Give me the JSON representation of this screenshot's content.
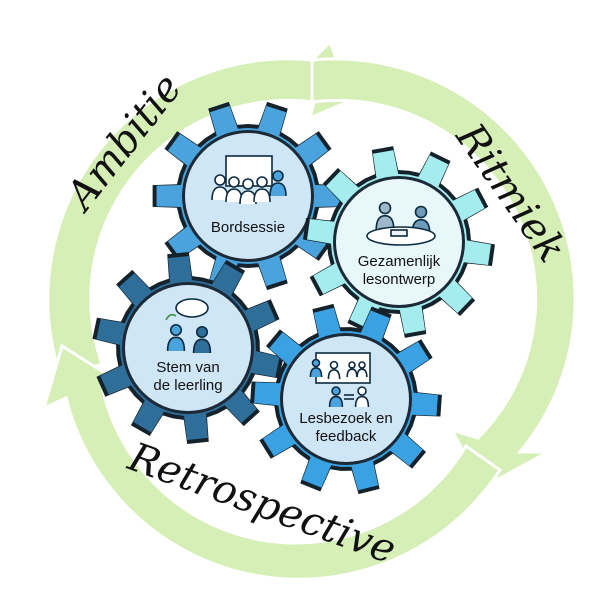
{
  "cycle": {
    "labels": {
      "ambitie": "Ambitie",
      "ritmiek": "Ritmiek",
      "retrospective": "Retrospective"
    },
    "ring_color": "#d6efb6",
    "ring_outline": "#ffffff"
  },
  "gears": [
    {
      "id": "bordsessie",
      "label_lines": [
        "Bordsessie"
      ],
      "body_color": "#4aa3dc",
      "inner_color": "#cfe6f6",
      "icon": "presenter-board-audience-icon"
    },
    {
      "id": "gezamenlijk",
      "label_lines": [
        "Gezamenlijk",
        "lesontwerp"
      ],
      "body_color": "#a4ecee",
      "inner_color": "#e8f7fa",
      "icon": "meeting-table-icon"
    },
    {
      "id": "stem",
      "label_lines": [
        "Stem van",
        "de leerling"
      ],
      "body_color": "#2f6e99",
      "inner_color": "#cfe6f6",
      "icon": "students-speech-bubble-icon"
    },
    {
      "id": "lesbezoek",
      "label_lines": [
        "Lesbezoek en",
        "feedback"
      ],
      "body_color": "#3aa2e2",
      "inner_color": "#cfe6f6",
      "icon": "classroom-observation-icon"
    }
  ]
}
